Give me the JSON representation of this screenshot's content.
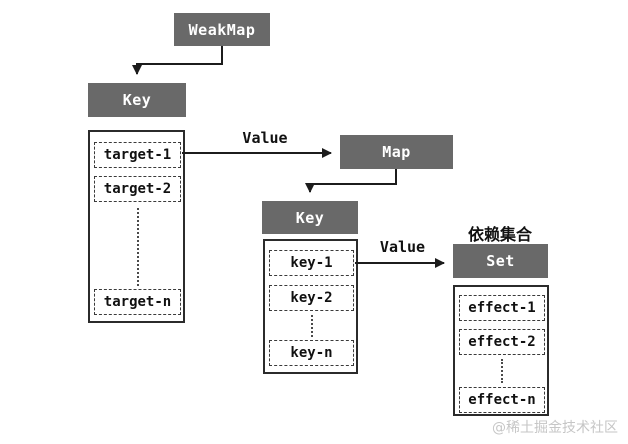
{
  "diagram": {
    "nodes": {
      "weakmap": "WeakMap",
      "key_outer": "Key",
      "map": "Map",
      "key_inner": "Key",
      "set": "Set"
    },
    "edge_labels": {
      "value_outer": "Value",
      "value_inner": "Value"
    },
    "annotations": {
      "dep_collection": "依赖集合",
      "watermark": "@稀土掘金技术社区"
    },
    "lists": {
      "targets": [
        "target-1",
        "target-2",
        "target-n"
      ],
      "keys": [
        "key-1",
        "key-2",
        "key-n"
      ],
      "effects": [
        "effect-1",
        "effect-2",
        "effect-n"
      ]
    },
    "colors": {
      "node_bg": "#696969",
      "node_text": "#ffffff",
      "line": "#1c1c1c",
      "watermark": "#c6c6c6",
      "background": "#ffffff"
    }
  }
}
